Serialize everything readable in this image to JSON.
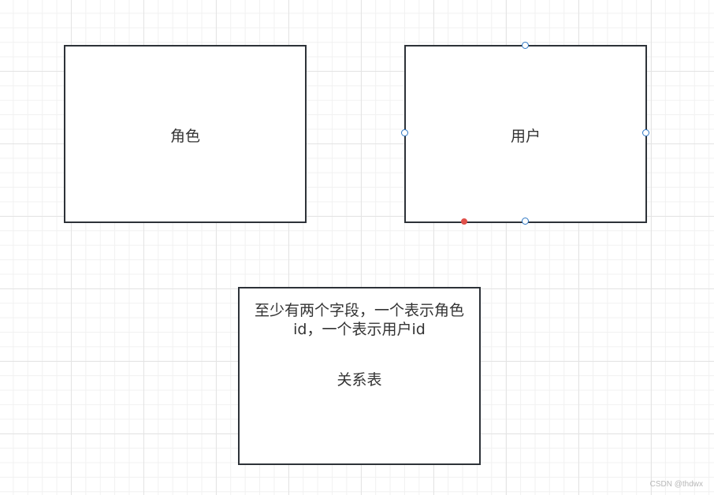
{
  "canvas": {
    "grid_minor_color": "#f1f1f1",
    "grid_major_color": "#e4e4e4"
  },
  "nodes": {
    "role": {
      "label": "角色"
    },
    "user": {
      "label": "用户",
      "selected": true
    },
    "relation": {
      "note_line1": "至少有两个字段，一个表示角色",
      "note_line2": "id，一个表示用户id",
      "label": "关系表"
    }
  },
  "colors": {
    "border": "#2d3238",
    "handle": "#2f78c4",
    "active_handle": "#e0504a"
  },
  "watermark": "CSDN @thdwx"
}
